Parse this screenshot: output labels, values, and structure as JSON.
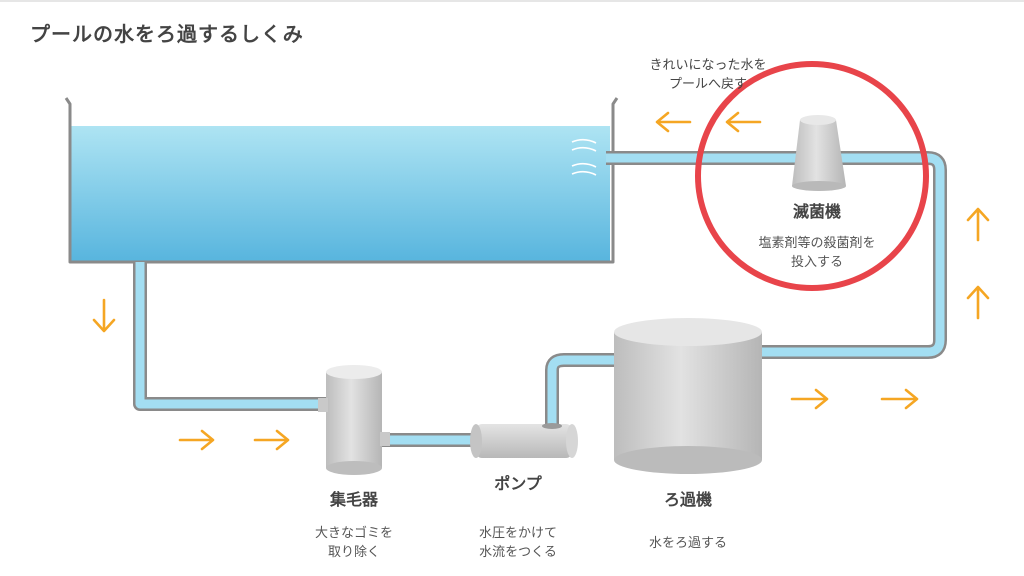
{
  "title": "プールの水をろ過するしくみ",
  "return_text": [
    "きれいになった水を",
    "プールへ戻す"
  ],
  "components": {
    "sterilizer": {
      "name": "滅菌機",
      "desc": [
        "塩素剤等の殺菌剤を",
        "投入する"
      ]
    },
    "hair_catcher": {
      "name": "集毛器",
      "desc": [
        "大きなゴミを",
        "取り除く"
      ]
    },
    "pump": {
      "name": "ポンプ",
      "desc": [
        "水圧をかけて",
        "水流をつくる"
      ]
    },
    "filter": {
      "name": "ろ過機",
      "desc": [
        "水をろ過する"
      ]
    }
  },
  "colors": {
    "water_top": "#a8e2f2",
    "water_bottom": "#5ab8e0",
    "pipe_water": "#9fdcf0",
    "pipe_wall": "#8a8a8a",
    "machine": "#d4d4d4",
    "arrow": "#f5a623",
    "highlight": "#e8444a"
  },
  "icons": [
    "arrow-right-icon",
    "arrow-left-icon",
    "arrow-up-icon",
    "arrow-down-icon"
  ]
}
